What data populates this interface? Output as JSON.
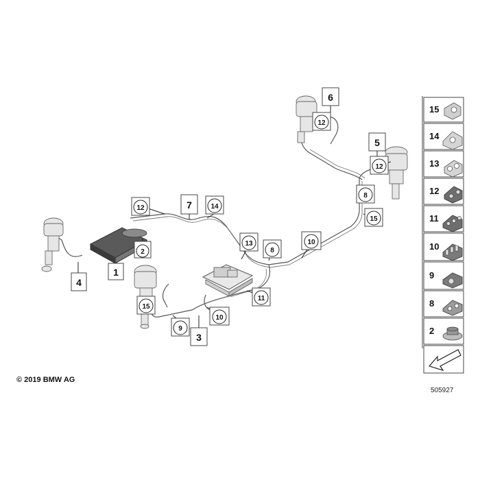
{
  "copyright": "© 2019 BMW AG",
  "diagram_number": "505927",
  "callouts": {
    "c1": "1",
    "c2": "2",
    "c3": "3",
    "c4": "4",
    "c5": "5",
    "c6": "6",
    "c7": "7",
    "c8a": "8",
    "c8b": "8",
    "c9": "9",
    "c10a": "10",
    "c10b": "10",
    "c11": "11",
    "c12a": "12",
    "c12b": "12",
    "c12c": "12",
    "c13": "13",
    "c14": "14",
    "c15a": "15",
    "c15b": "15"
  },
  "side_parts": [
    {
      "label": "15",
      "icon": "clip-15-icon"
    },
    {
      "label": "14",
      "icon": "clip-14-icon"
    },
    {
      "label": "13",
      "icon": "clip-13-icon"
    },
    {
      "label": "12",
      "icon": "clip-12-icon"
    },
    {
      "label": "11",
      "icon": "clip-11-icon"
    },
    {
      "label": "10",
      "icon": "clip-10-icon"
    },
    {
      "label": "9",
      "icon": "clip-9-icon"
    },
    {
      "label": "8",
      "icon": "clip-8-icon"
    },
    {
      "label": "2",
      "icon": "nut-icon"
    }
  ]
}
